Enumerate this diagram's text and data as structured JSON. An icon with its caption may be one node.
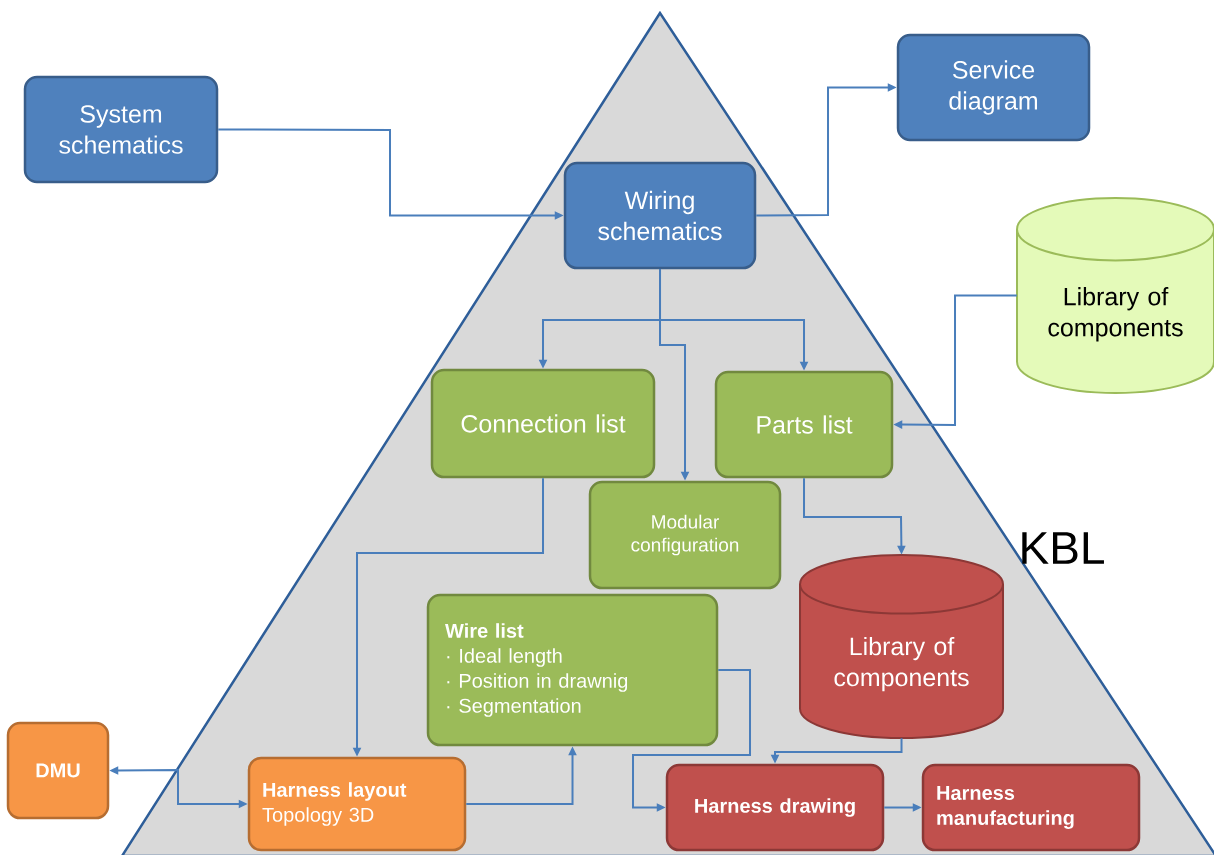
{
  "diagram": {
    "nodes": [
      {
        "text": [
          "System schematics"
        ]
      },
      {
        "text": [
          "Service diagram"
        ]
      },
      {
        "text": [
          "Wiring schematics"
        ]
      },
      {
        "text": [
          "Library of components"
        ]
      },
      {
        "text": [
          "Connection list"
        ]
      },
      {
        "text": [
          "Parts list"
        ]
      },
      {
        "text": [
          "Modular configuration"
        ]
      },
      {
        "text": [
          "Library of components"
        ]
      },
      {
        "text": [
          "Wire list",
          "· Ideal length",
          "· Position in drawnig",
          "· Segmentation"
        ]
      },
      {
        "text": [
          "DMU"
        ]
      },
      {
        "text": [
          "Harness layout",
          "Topology 3D"
        ]
      },
      {
        "text": [
          "Harness drawing"
        ]
      },
      {
        "text": [
          "Harness manufacturing"
        ]
      }
    ],
    "edges": [
      {
        "from": 0,
        "to": 2,
        "arrow": "to"
      },
      {
        "from": 2,
        "to": 1,
        "arrow": "to"
      },
      {
        "from": 2,
        "to": 4,
        "arrow": "to"
      },
      {
        "from": 2,
        "to": 5,
        "arrow": "to"
      },
      {
        "from": 2,
        "to": 6,
        "arrow": "to"
      },
      {
        "from": 3,
        "to": 5,
        "arrow": "to"
      },
      {
        "from": 5,
        "to": 7,
        "arrow": "to"
      },
      {
        "from": 4,
        "to": 10,
        "arrow": "to"
      },
      {
        "from": 10,
        "to": 8,
        "arrow": "to"
      },
      {
        "from": 8,
        "to": 11,
        "arrow": "to"
      },
      {
        "from": 7,
        "to": 11,
        "arrow": "to"
      },
      {
        "from": 11,
        "to": 12,
        "arrow": "to"
      },
      {
        "from": 9,
        "to": 10,
        "arrow": "both"
      }
    ],
    "labels": [
      "KBL"
    ]
  }
}
